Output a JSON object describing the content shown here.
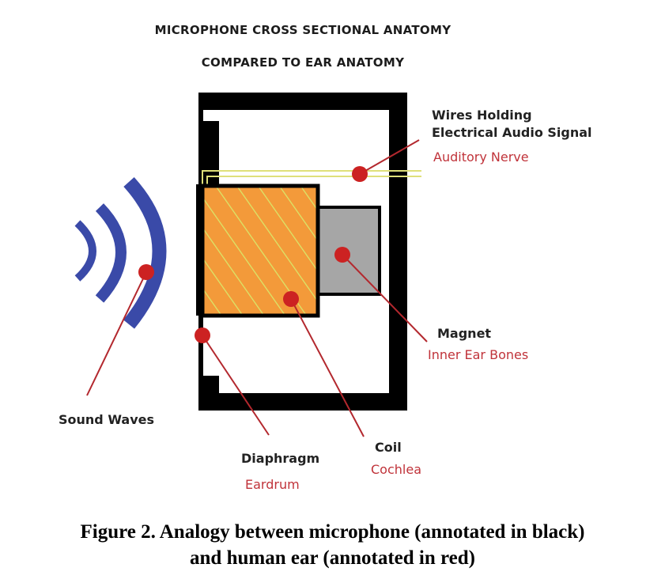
{
  "title": {
    "line1": "MICROPHONE CROSS SECTIONAL ANATOMY",
    "line2": "COMPARED TO EAR ANATOMY"
  },
  "labels": {
    "wires": {
      "line1": "Wires Holding",
      "line2": "Electrical Audio Signal",
      "ear": "Auditory Nerve"
    },
    "magnet": {
      "mic": "Magnet",
      "ear": "Inner Ear Bones"
    },
    "sound_waves": {
      "mic": "Sound Waves"
    },
    "diaphragm": {
      "mic": "Diaphragm",
      "ear": "Eardrum"
    },
    "coil": {
      "mic": "Coil",
      "ear": "Cochlea"
    }
  },
  "caption": {
    "line1": "Figure 2. Analogy between microphone (annotated in black)",
    "line2": "and human ear (annotated in red)"
  },
  "colors": {
    "housing": "#000000",
    "coil_fill": "#f39a3a",
    "coil_hatch": "#d9e86a",
    "magnet": "#a6a6a6",
    "waves": "#3a4aa8",
    "marker": "#cc2222",
    "annotation_red": "#c0333a"
  }
}
